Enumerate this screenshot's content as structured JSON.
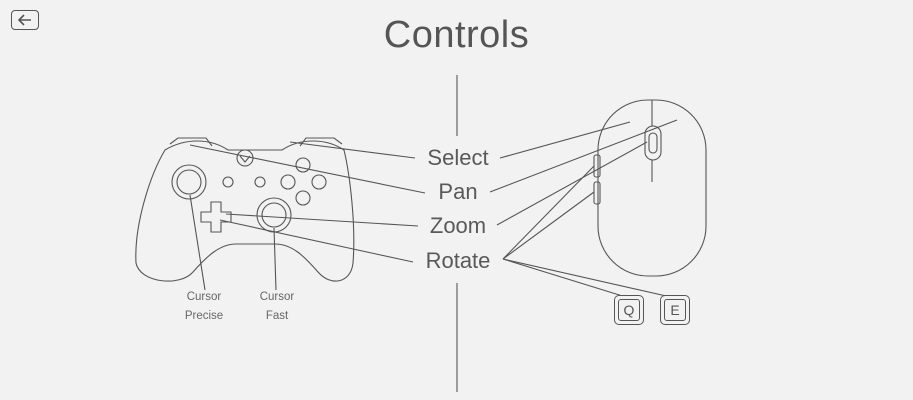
{
  "page": {
    "title": "Controls"
  },
  "controls": {
    "select": "Select",
    "pan": "Pan",
    "zoom": "Zoom",
    "rotate": "Rotate"
  },
  "gamepad": {
    "left_stick_label": [
      "Cursor",
      "Precise"
    ],
    "right_stick_label": [
      "Cursor",
      "Fast"
    ]
  },
  "keys": {
    "q": "Q",
    "e": "E"
  },
  "icons": {
    "back": "arrow-left-icon"
  }
}
